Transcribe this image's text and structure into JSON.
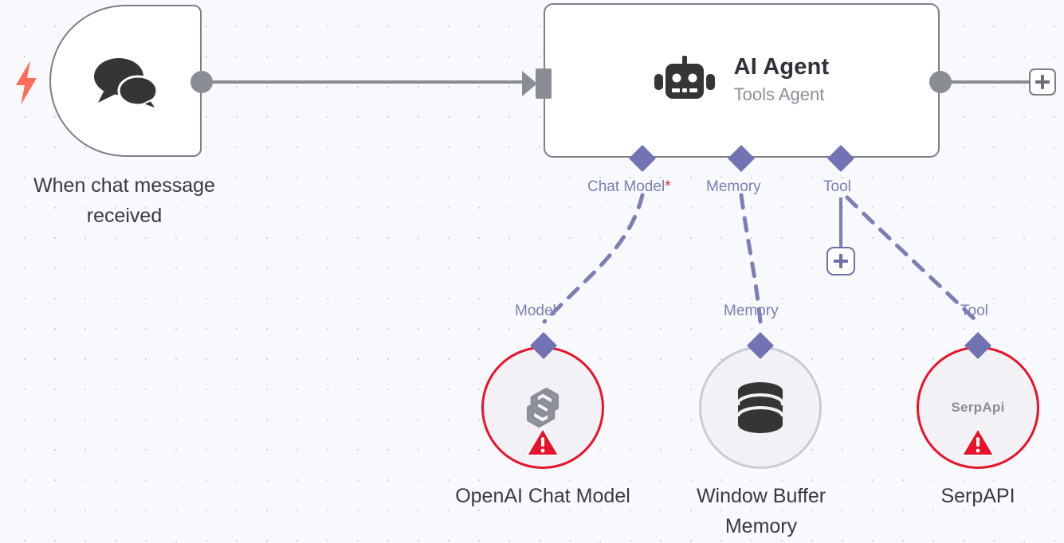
{
  "canvas": {
    "background_color": "#f8f9fc",
    "grid_dot_color": "#c9ccd6"
  },
  "trigger_node": {
    "caption": "When chat message\nreceived",
    "icon": "chat-bubbles-icon",
    "trigger_icon": "lightning-bolt-icon",
    "trigger_icon_color": "#ff6d5a",
    "border_color": "#7d7f86",
    "fill_color": "#ffffff"
  },
  "agent_node": {
    "title": "AI Agent",
    "subtitle": "Tools Agent",
    "icon": "robot-icon",
    "border_color": "#7d7f86",
    "fill_color": "#ffffff",
    "add_button_label": "+"
  },
  "agent_ports": [
    {
      "label": "Chat Model",
      "required": true,
      "required_marker": "*"
    },
    {
      "label": "Memory",
      "required": false,
      "required_marker": ""
    },
    {
      "label": "Tool",
      "required": false,
      "required_marker": ""
    }
  ],
  "tool_add_button": {
    "label": "+",
    "color": "#6e6ea8"
  },
  "sub_nodes": [
    {
      "port_label": "Model",
      "caption": "OpenAI Chat Model",
      "icon": "openai-logo-icon",
      "status": "error",
      "status_icon": "warning-triangle-icon",
      "border_color": "#e8132a"
    },
    {
      "port_label": "Memory",
      "caption": "Window Buffer\nMemory",
      "icon": "database-icon",
      "status": "ok",
      "status_icon": "",
      "border_color": "#c9ccd6"
    },
    {
      "port_label": "Tool",
      "caption": "SerpAPI",
      "icon": "serpapi-wordmark",
      "icon_text": "SerpApi",
      "status": "error",
      "status_icon": "warning-triangle-icon",
      "border_color": "#e8132a"
    }
  ],
  "colors": {
    "connector_purple": "#7c7eb5",
    "connector_gray": "#8a8d93",
    "error_red": "#e8132a",
    "text_dark": "#373a41",
    "text_muted": "#8b8e97"
  }
}
